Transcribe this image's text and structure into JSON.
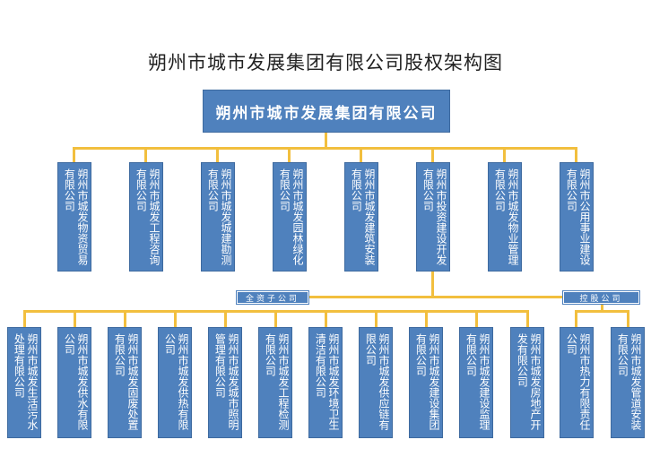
{
  "title": "朔州市城市发展集团有限公司股权架构图",
  "root": "朔州市城市发展集团有限公司",
  "tier1": [
    "朔州市城发物资贸易有限公司",
    "朔州市城发工程咨询有限公司",
    "朔州市城发城建勘测有限公司",
    "朔州市城发园林绿化有限公司",
    "朔州市城发建筑安装有限公司",
    "朔州市投资建设开发有限公司",
    "朔州市城发物业管理有限公司",
    "朔州市公用事业建设有限公司"
  ],
  "groups": {
    "wholly_owned": "全资子公司",
    "holding": "控股公司"
  },
  "tier2_wholly_owned": [
    "朔州市城发生活污水处理有限公司",
    "朔州市城发供水有限公司",
    "朔州市城发固废处置有限公司",
    "朔州市城发供热有限公司",
    "朔州市城发城市照明管理有限公司",
    "朔州市城发工程检测有限公司",
    "朔州市城发环境卫生清洁有限公司",
    "朔州市城发供应链有限公司",
    "朔州市城发建设集团有限公司",
    "朔州市城发建设监理有限公司",
    "朔州市城发房地产开发有限公司"
  ],
  "tier2_holding": [
    "朔州市热力有限责任公司",
    "朔州市城发管道安装有限公司"
  ],
  "colors": {
    "box": "#4f81bd",
    "connector": "#f2bf3e",
    "text": "#ffffff"
  }
}
